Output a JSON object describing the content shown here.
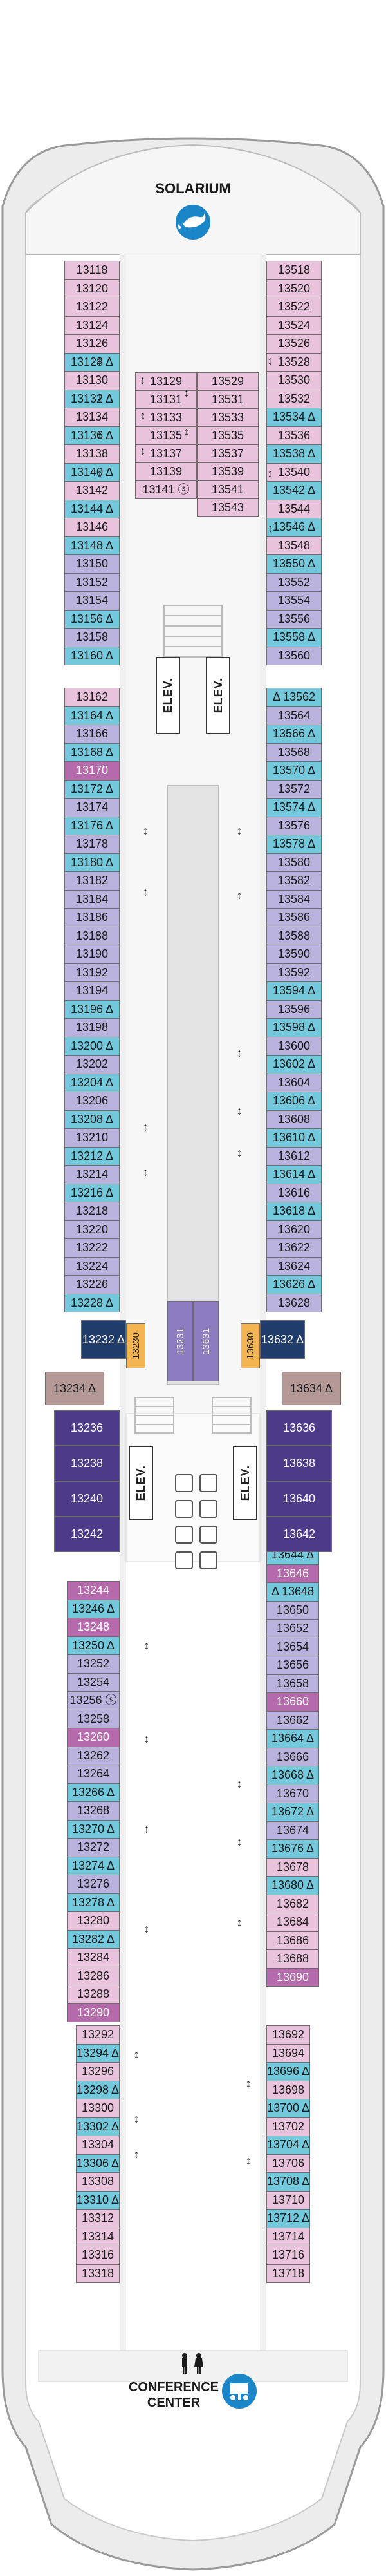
{
  "labels": {
    "solarium": "SOLARIUM",
    "conference_line1": "CONFERENCE",
    "conference_line2": "CENTER",
    "elevator": "ELEV."
  },
  "colors": {
    "pink": "#e9c3dc",
    "blue": "#73c8dc",
    "lavender": "#b9b2dc",
    "purple": "#8e7cc1",
    "magenta": "#b56bab",
    "navy": "#1f3c6a",
    "indigo": "#4d3b8a",
    "taupe": "#b49896",
    "orange": "#f2b552",
    "accessible_icon": "#1a86c7",
    "hull": "#d9d9d9"
  },
  "legend": {
    "accessible_mark": "Δ",
    "connecting_mark": "↕",
    "symbol_mark": "ⓢ"
  },
  "icons": [
    "sun-lounger-icon",
    "whale-icon",
    "presentation-icon",
    "restroom-icon"
  ],
  "cabins": {
    "port_aft": [
      {
        "n": "13118",
        "c": "pink"
      },
      {
        "n": "13120",
        "c": "pink"
      },
      {
        "n": "13122",
        "c": "pink"
      },
      {
        "n": "13124",
        "c": "pink"
      },
      {
        "n": "13126",
        "c": "pink"
      },
      {
        "n": "13128 Δ",
        "c": "blue"
      },
      {
        "n": "13130",
        "c": "pink"
      },
      {
        "n": "13132 Δ",
        "c": "blue"
      },
      {
        "n": "13134",
        "c": "pink"
      },
      {
        "n": "13136 Δ",
        "c": "blue"
      },
      {
        "n": "13138",
        "c": "pink"
      },
      {
        "n": "13140 Δ",
        "c": "blue"
      },
      {
        "n": "13142",
        "c": "pink"
      },
      {
        "n": "13144 Δ",
        "c": "blue"
      },
      {
        "n": "13146",
        "c": "pink"
      },
      {
        "n": "13148 Δ",
        "c": "blue"
      },
      {
        "n": "13150",
        "c": "lavender"
      },
      {
        "n": "13152",
        "c": "lavender"
      },
      {
        "n": "13154",
        "c": "lavender"
      },
      {
        "n": "13156 Δ",
        "c": "blue"
      },
      {
        "n": "13158",
        "c": "lavender"
      },
      {
        "n": "13160 Δ",
        "c": "blue"
      }
    ],
    "starboard_aft": [
      {
        "n": "13518",
        "c": "pink"
      },
      {
        "n": "13520",
        "c": "pink"
      },
      {
        "n": "13522",
        "c": "pink"
      },
      {
        "n": "13524",
        "c": "pink"
      },
      {
        "n": "13526",
        "c": "pink"
      },
      {
        "n": "13528",
        "c": "pink"
      },
      {
        "n": "13530",
        "c": "pink"
      },
      {
        "n": "13532",
        "c": "pink"
      },
      {
        "n": "13534 Δ",
        "c": "blue"
      },
      {
        "n": "13536",
        "c": "pink"
      },
      {
        "n": "13538 Δ",
        "c": "blue"
      },
      {
        "n": "13540",
        "c": "pink"
      },
      {
        "n": "13542 Δ",
        "c": "blue"
      },
      {
        "n": "13544",
        "c": "pink"
      },
      {
        "n": "13546 Δ",
        "c": "blue"
      },
      {
        "n": "13548",
        "c": "pink"
      },
      {
        "n": "13550 Δ",
        "c": "blue"
      },
      {
        "n": "13552",
        "c": "lavender"
      },
      {
        "n": "13554",
        "c": "lavender"
      },
      {
        "n": "13556",
        "c": "lavender"
      },
      {
        "n": "13558 Δ",
        "c": "blue"
      },
      {
        "n": "13560",
        "c": "lavender"
      }
    ],
    "inner_left": [
      {
        "n": "13129",
        "c": "pink"
      },
      {
        "n": "13131",
        "c": "pink"
      },
      {
        "n": "13133",
        "c": "pink"
      },
      {
        "n": "13135",
        "c": "pink"
      },
      {
        "n": "13137",
        "c": "pink"
      },
      {
        "n": "13139",
        "c": "pink"
      },
      {
        "n": "13141 ⓢ",
        "c": "pink"
      }
    ],
    "inner_right": [
      {
        "n": "13529",
        "c": "pink"
      },
      {
        "n": "13531",
        "c": "pink"
      },
      {
        "n": "13533",
        "c": "pink"
      },
      {
        "n": "13535",
        "c": "pink"
      },
      {
        "n": "13537",
        "c": "pink"
      },
      {
        "n": "13539",
        "c": "pink"
      },
      {
        "n": "13541",
        "c": "pink"
      },
      {
        "n": "13543",
        "c": "pink"
      }
    ],
    "port_mid": [
      {
        "n": "13162",
        "c": "pink"
      },
      {
        "n": "13164 Δ",
        "c": "blue"
      },
      {
        "n": "13166",
        "c": "lavender"
      },
      {
        "n": "13168 Δ",
        "c": "blue"
      },
      {
        "n": "13170",
        "c": "magenta"
      },
      {
        "n": "13172 Δ",
        "c": "blue"
      },
      {
        "n": "13174",
        "c": "lavender"
      },
      {
        "n": "13176 Δ",
        "c": "blue"
      },
      {
        "n": "13178",
        "c": "lavender"
      },
      {
        "n": "13180 Δ",
        "c": "blue"
      },
      {
        "n": "13182",
        "c": "lavender"
      },
      {
        "n": "13184",
        "c": "lavender"
      },
      {
        "n": "13186",
        "c": "lavender"
      },
      {
        "n": "13188",
        "c": "lavender"
      },
      {
        "n": "13190",
        "c": "lavender"
      },
      {
        "n": "13192",
        "c": "lavender"
      },
      {
        "n": "13194",
        "c": "lavender"
      },
      {
        "n": "13196 Δ",
        "c": "blue"
      },
      {
        "n": "13198",
        "c": "lavender"
      },
      {
        "n": "13200 Δ",
        "c": "blue"
      },
      {
        "n": "13202",
        "c": "lavender"
      },
      {
        "n": "13204 Δ",
        "c": "blue"
      },
      {
        "n": "13206",
        "c": "lavender"
      },
      {
        "n": "13208 Δ",
        "c": "blue"
      },
      {
        "n": "13210",
        "c": "lavender"
      },
      {
        "n": "13212 Δ",
        "c": "blue"
      },
      {
        "n": "13214",
        "c": "lavender"
      },
      {
        "n": "13216 Δ",
        "c": "blue"
      },
      {
        "n": "13218",
        "c": "lavender"
      },
      {
        "n": "13220",
        "c": "lavender"
      },
      {
        "n": "13222",
        "c": "lavender"
      },
      {
        "n": "13224",
        "c": "lavender"
      },
      {
        "n": "13226",
        "c": "lavender"
      },
      {
        "n": "13228 Δ",
        "c": "blue"
      }
    ],
    "starboard_mid": [
      {
        "n": "Δ 13562",
        "c": "blue"
      },
      {
        "n": "13564",
        "c": "lavender"
      },
      {
        "n": "13566 Δ",
        "c": "blue"
      },
      {
        "n": "13568",
        "c": "lavender"
      },
      {
        "n": "13570 Δ",
        "c": "blue"
      },
      {
        "n": "13572",
        "c": "lavender"
      },
      {
        "n": "13574 Δ",
        "c": "blue"
      },
      {
        "n": "13576",
        "c": "lavender"
      },
      {
        "n": "13578 Δ",
        "c": "blue"
      },
      {
        "n": "13580",
        "c": "lavender"
      },
      {
        "n": "13582",
        "c": "lavender"
      },
      {
        "n": "13584",
        "c": "lavender"
      },
      {
        "n": "13586",
        "c": "lavender"
      },
      {
        "n": "13588",
        "c": "lavender"
      },
      {
        "n": "13590",
        "c": "lavender"
      },
      {
        "n": "13592",
        "c": "lavender"
      },
      {
        "n": "13594 Δ",
        "c": "blue"
      },
      {
        "n": "13596",
        "c": "lavender"
      },
      {
        "n": "13598 Δ",
        "c": "blue"
      },
      {
        "n": "13600",
        "c": "lavender"
      },
      {
        "n": "13602 Δ",
        "c": "blue"
      },
      {
        "n": "13604",
        "c": "lavender"
      },
      {
        "n": "13606 Δ",
        "c": "blue"
      },
      {
        "n": "13608",
        "c": "lavender"
      },
      {
        "n": "13610 Δ",
        "c": "blue"
      },
      {
        "n": "13612",
        "c": "lavender"
      },
      {
        "n": "13614 Δ",
        "c": "blue"
      },
      {
        "n": "13616",
        "c": "lavender"
      },
      {
        "n": "13618 Δ",
        "c": "blue"
      },
      {
        "n": "13620",
        "c": "lavender"
      },
      {
        "n": "13622",
        "c": "lavender"
      },
      {
        "n": "13624",
        "c": "lavender"
      },
      {
        "n": "13626 Δ",
        "c": "blue"
      },
      {
        "n": "13628",
        "c": "lavender"
      }
    ],
    "central": [
      {
        "n": "13230",
        "c": "orange"
      },
      {
        "n": "13231",
        "c": "purple"
      },
      {
        "n": "13631",
        "c": "purple"
      },
      {
        "n": "13630",
        "c": "orange"
      }
    ],
    "suites_port": [
      {
        "n": "13232 Δ",
        "c": "navy"
      },
      {
        "n": "13234 Δ",
        "c": "taupe"
      },
      {
        "n": "13236",
        "c": "indigo"
      },
      {
        "n": "13238",
        "c": "indigo"
      },
      {
        "n": "13240",
        "c": "indigo"
      },
      {
        "n": "13242",
        "c": "indigo"
      }
    ],
    "suites_starboard": [
      {
        "n": "13632 Δ",
        "c": "navy"
      },
      {
        "n": "13634 Δ",
        "c": "taupe"
      },
      {
        "n": "13636",
        "c": "indigo"
      },
      {
        "n": "13638",
        "c": "indigo"
      },
      {
        "n": "13640",
        "c": "indigo"
      },
      {
        "n": "13642",
        "c": "indigo"
      }
    ],
    "port_fwd": [
      {
        "n": "13244",
        "c": "magenta"
      },
      {
        "n": "13246 Δ",
        "c": "blue"
      },
      {
        "n": "13248",
        "c": "magenta"
      },
      {
        "n": "13250 Δ",
        "c": "blue"
      },
      {
        "n": "13252",
        "c": "lavender"
      },
      {
        "n": "13254",
        "c": "lavender"
      },
      {
        "n": "13256 ⓢ",
        "c": "lavender"
      },
      {
        "n": "13258",
        "c": "lavender"
      },
      {
        "n": "13260",
        "c": "magenta"
      },
      {
        "n": "13262",
        "c": "lavender"
      },
      {
        "n": "13264",
        "c": "lavender"
      },
      {
        "n": "13266 Δ",
        "c": "blue"
      },
      {
        "n": "13268",
        "c": "lavender"
      },
      {
        "n": "13270 Δ",
        "c": "blue"
      },
      {
        "n": "13272",
        "c": "lavender"
      },
      {
        "n": "13274 Δ",
        "c": "blue"
      },
      {
        "n": "13276",
        "c": "lavender"
      },
      {
        "n": "13278 Δ",
        "c": "blue"
      },
      {
        "n": "13280",
        "c": "pink"
      },
      {
        "n": "13282 Δ",
        "c": "blue"
      },
      {
        "n": "13284",
        "c": "pink"
      },
      {
        "n": "13286",
        "c": "pink"
      },
      {
        "n": "13288",
        "c": "pink"
      },
      {
        "n": "13290",
        "c": "magenta"
      }
    ],
    "starboard_fwd": [
      {
        "n": "13644 Δ",
        "c": "blue"
      },
      {
        "n": "13646",
        "c": "magenta"
      },
      {
        "n": "Δ 13648",
        "c": "blue"
      },
      {
        "n": "13650",
        "c": "lavender"
      },
      {
        "n": "13652",
        "c": "lavender"
      },
      {
        "n": "13654",
        "c": "lavender"
      },
      {
        "n": "13656",
        "c": "lavender"
      },
      {
        "n": "13658",
        "c": "lavender"
      },
      {
        "n": "13660",
        "c": "magenta"
      },
      {
        "n": "13662",
        "c": "lavender"
      },
      {
        "n": "13664 Δ",
        "c": "blue"
      },
      {
        "n": "13666",
        "c": "lavender"
      },
      {
        "n": "13668 Δ",
        "c": "blue"
      },
      {
        "n": "13670",
        "c": "lavender"
      },
      {
        "n": "13672 Δ",
        "c": "blue"
      },
      {
        "n": "13674",
        "c": "lavender"
      },
      {
        "n": "13676 Δ",
        "c": "blue"
      },
      {
        "n": "13678",
        "c": "pink"
      },
      {
        "n": "13680 Δ",
        "c": "blue"
      },
      {
        "n": "13682",
        "c": "pink"
      },
      {
        "n": "13684",
        "c": "pink"
      },
      {
        "n": "13686",
        "c": "pink"
      },
      {
        "n": "13688",
        "c": "pink"
      },
      {
        "n": "13690",
        "c": "magenta"
      }
    ],
    "port_bow": [
      {
        "n": "13292",
        "c": "pink"
      },
      {
        "n": "13294 Δ",
        "c": "blue"
      },
      {
        "n": "13296",
        "c": "pink"
      },
      {
        "n": "13298 Δ",
        "c": "blue"
      },
      {
        "n": "13300",
        "c": "pink"
      },
      {
        "n": "13302 Δ",
        "c": "blue"
      },
      {
        "n": "13304",
        "c": "pink"
      },
      {
        "n": "13306 Δ",
        "c": "blue"
      },
      {
        "n": "13308",
        "c": "pink"
      },
      {
        "n": "13310 Δ",
        "c": "blue"
      },
      {
        "n": "13312",
        "c": "pink"
      },
      {
        "n": "13314",
        "c": "pink"
      },
      {
        "n": "13316",
        "c": "pink"
      },
      {
        "n": "13318",
        "c": "pink"
      }
    ],
    "starboard_bow": [
      {
        "n": "13692",
        "c": "pink"
      },
      {
        "n": "13694",
        "c": "pink"
      },
      {
        "n": "13696 Δ",
        "c": "blue"
      },
      {
        "n": "13698",
        "c": "pink"
      },
      {
        "n": "13700 Δ",
        "c": "blue"
      },
      {
        "n": "13702",
        "c": "pink"
      },
      {
        "n": "13704 Δ",
        "c": "blue"
      },
      {
        "n": "13706",
        "c": "pink"
      },
      {
        "n": "13708 Δ",
        "c": "blue"
      },
      {
        "n": "13710",
        "c": "pink"
      },
      {
        "n": "13712 Δ",
        "c": "blue"
      },
      {
        "n": "13714",
        "c": "pink"
      },
      {
        "n": "13716",
        "c": "pink"
      },
      {
        "n": "13718",
        "c": "pink"
      }
    ]
  }
}
